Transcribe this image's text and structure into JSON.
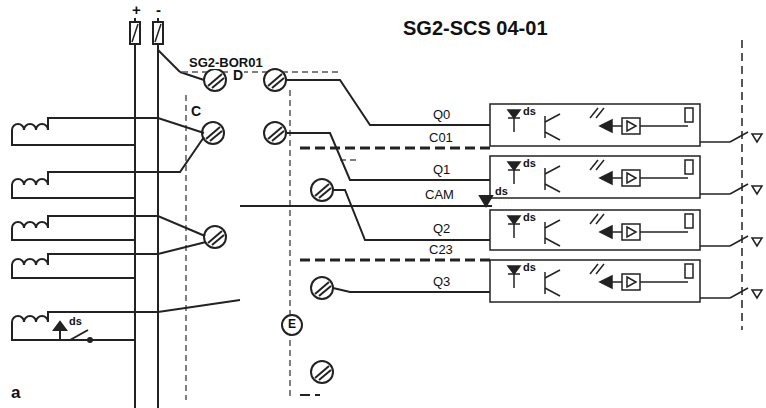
{
  "diagram": {
    "title": "SG2-SCS 04-01",
    "labels": [
      "+",
      "-",
      "SG2-BOR01",
      "D",
      "C",
      "Q0",
      "C01",
      "Q1",
      "CAM",
      "Q2",
      "C23",
      "Q3",
      "ds",
      "ds",
      "ds",
      "ds",
      "ds",
      "ds",
      "E",
      "a"
    ]
  }
}
